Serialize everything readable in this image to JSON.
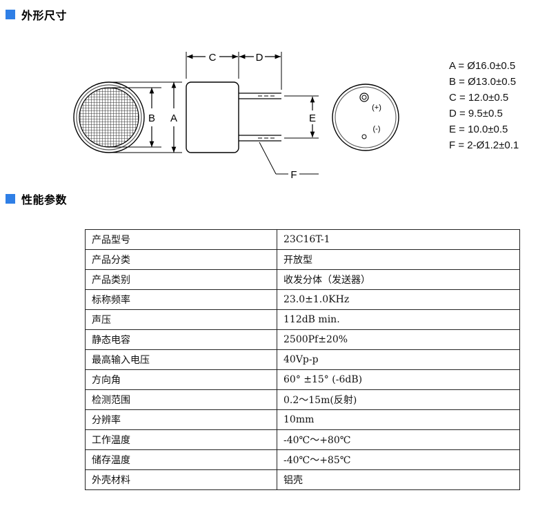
{
  "colors": {
    "accent": "#2f7fe6"
  },
  "sections": {
    "dimensions_title": "外形尺寸",
    "performance_title": "性能参数"
  },
  "drawing": {
    "letters": [
      "A",
      "B",
      "C",
      "D",
      "E",
      "F"
    ],
    "polarity_plus": "(+)",
    "polarity_minus": "(-)"
  },
  "dimensions": [
    "A = Ø16.0±0.5",
    "B = Ø13.0±0.5",
    "C = 12.0±0.5",
    "D = 9.5±0.5",
    "E = 10.0±0.5",
    "F = 2-Ø1.2±0.1"
  ],
  "specs": [
    {
      "key": "产品型号",
      "value": "23C16T-1"
    },
    {
      "key": "产品分类",
      "value": "开放型"
    },
    {
      "key": "产品类别",
      "value": "收发分体（发送器）"
    },
    {
      "key": "标称频率",
      "value": "23.0±1.0KHz"
    },
    {
      "key": "声压",
      "value": "112dB min."
    },
    {
      "key": "静态电容",
      "value": "2500Pf±20%"
    },
    {
      "key": "最高输入电压",
      "value": "40Vp-p"
    },
    {
      "key": "方向角",
      "value": "60° ±15° (-6dB)"
    },
    {
      "key": "检测范围",
      "value": "0.2～15m(反射)"
    },
    {
      "key": "分辨率",
      "value": "10mm"
    },
    {
      "key": "工作温度",
      "value": "-40℃～+80℃"
    },
    {
      "key": "储存温度",
      "value": "-40℃～+85℃"
    },
    {
      "key": "外壳材料",
      "value": "铝壳"
    }
  ]
}
